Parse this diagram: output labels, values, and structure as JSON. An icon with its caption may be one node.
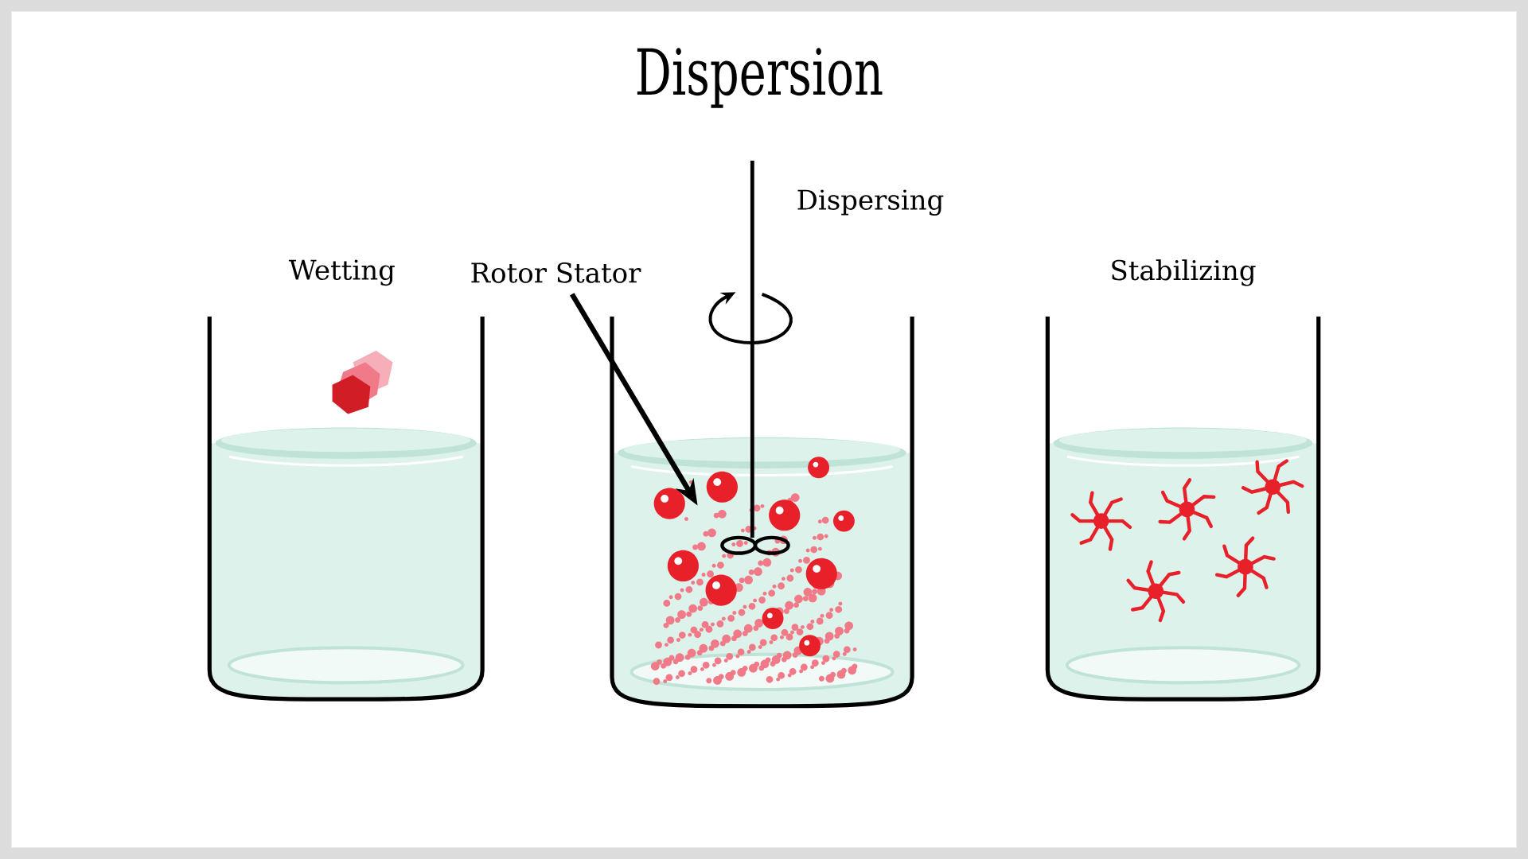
{
  "diagram": {
    "title": "Dispersion",
    "nodes": [
      {
        "text": [
          "Rotor Stator"
        ]
      },
      {
        "text": [],
        "shape": "picture"
      }
    ],
    "edges": [
      {
        "from": 0,
        "to": 1,
        "arrow": "to"
      }
    ],
    "labels": [
      "Dispersing",
      "Wetting",
      "Stabilizing"
    ]
  }
}
